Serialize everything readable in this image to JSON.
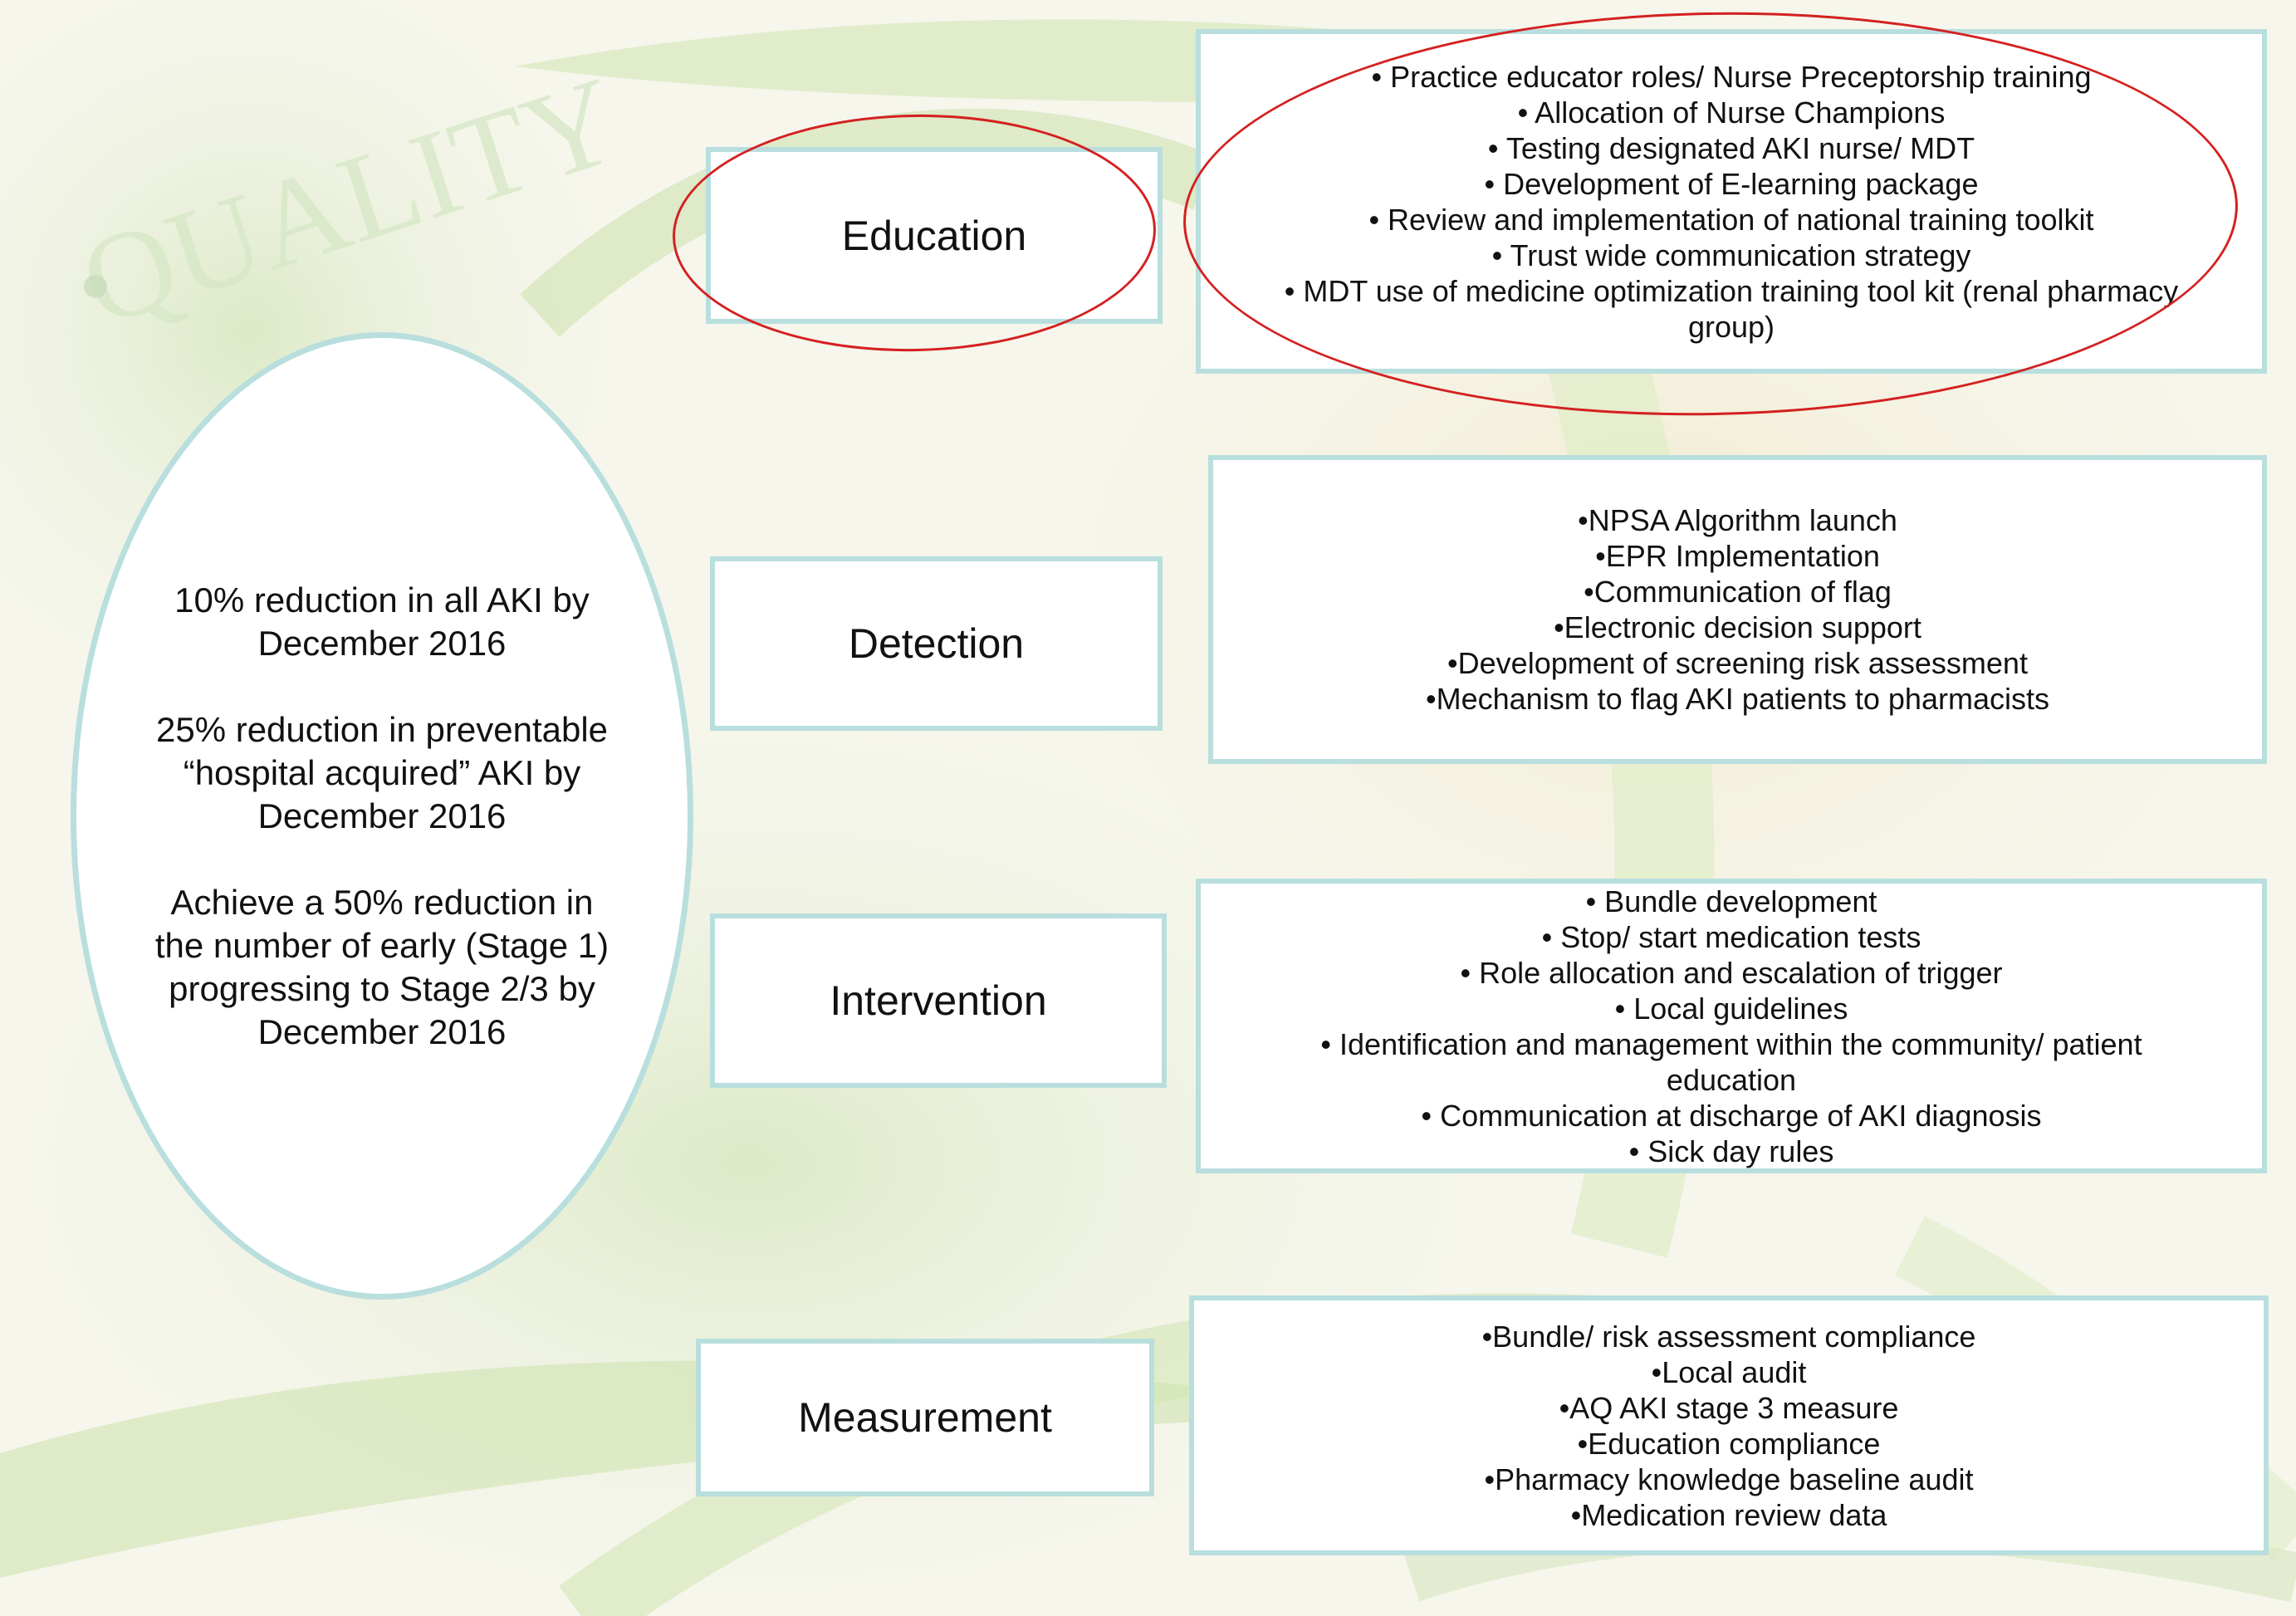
{
  "background": {
    "watermark_text": "QUALITY",
    "colors": {
      "page": "#f6f6ec",
      "leaf_green": "#cfe3b0",
      "box_border": "#b9dede",
      "highlight": "#d42020"
    }
  },
  "goals": [
    "10% reduction in all AKI by December 2016",
    "25% reduction in preventable “hospital acquired” AKI by December 2016",
    "Achieve a 50% reduction in the number of early (Stage 1) progressing to Stage 2/3 by December 2016"
  ],
  "drivers": [
    {
      "label": "Education",
      "highlighted": true,
      "lines": [
        "•  Practice educator roles/ Nurse Preceptorship training",
        "•  Allocation of Nurse Champions",
        "•  Testing designated AKI nurse/ MDT",
        "•  Development  of E-learning  package",
        "•  Review  and implementation  of national training toolkit",
        "•  Trust wide communication strategy",
        "•  MDT  use of medicine optimization training tool kit (renal pharmacy",
        "group)"
      ]
    },
    {
      "label": "Detection",
      "highlighted": false,
      "lines": [
        "•NPSA Algorithm launch",
        "•EPR Implementation",
        "•Communication  of flag",
        "•Electronic decision support",
        "•Development  of screening risk assessment",
        "•Mechanism to flag AKI patients to pharmacists"
      ]
    },
    {
      "label": "Intervention",
      "highlighted": false,
      "lines": [
        "•  Bundle development",
        "•  Stop/ start medication tests",
        "•  Role allocation and escalation of trigger",
        "•  Local guidelines",
        "•  Identification  and  management  within the community/ patient",
        "education",
        "•  Communication  at discharge of AKI diagnosis",
        "•  Sick day rules"
      ]
    },
    {
      "label": "Measurement",
      "highlighted": false,
      "lines": [
        "•Bundle/ risk assessment compliance",
        "•Local audit",
        "•AQ AKI stage 3 measure",
        "•Education compliance",
        "•Pharmacy knowledge  baseline audit",
        "•Medication review  data"
      ]
    }
  ]
}
